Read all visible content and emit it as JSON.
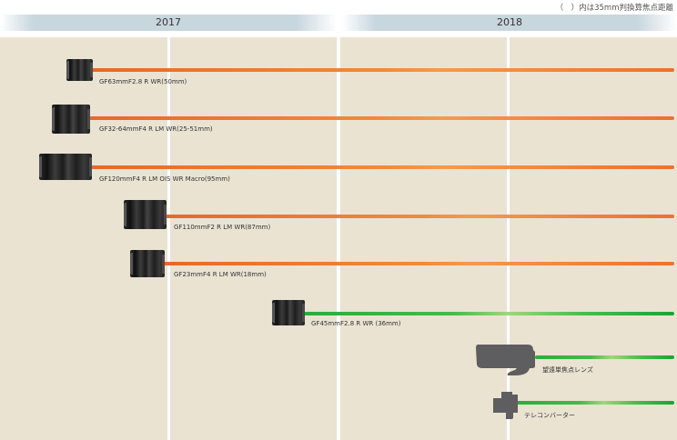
{
  "note": "（　）内は35mm判換算焦点距離",
  "years": [
    {
      "label": "2017"
    },
    {
      "label": "2018"
    }
  ],
  "colors": {
    "background": "#eae3d2",
    "year_band": "#c8d6de",
    "released_line": "#ee7030",
    "planned_line": "#2bad3a",
    "silhouette": "#5e5d5f"
  },
  "lenses": [
    {
      "name": "GF63mmF2.8 R WR(50mm)",
      "status": "released",
      "color": "orange"
    },
    {
      "name": "GF32-64mmF4 R LM WR(25-51mm)",
      "status": "released",
      "color": "orange"
    },
    {
      "name": "GF120mmF4 R LM OIS WR Macro(95mm)",
      "status": "released",
      "color": "orange"
    },
    {
      "name": "GF110mmF2 R LM WR(87mm)",
      "status": "released",
      "color": "orange"
    },
    {
      "name": "GF23mmF4 R LM WR(18mm)",
      "status": "released",
      "color": "orange"
    },
    {
      "name": "GF45mmF2.8 R WR (36mm)",
      "status": "planned",
      "color": "green"
    },
    {
      "name": "望遠単焦点レンズ",
      "status": "planned",
      "color": "green"
    },
    {
      "name": "テレコンバーター",
      "status": "planned",
      "color": "green"
    }
  ]
}
